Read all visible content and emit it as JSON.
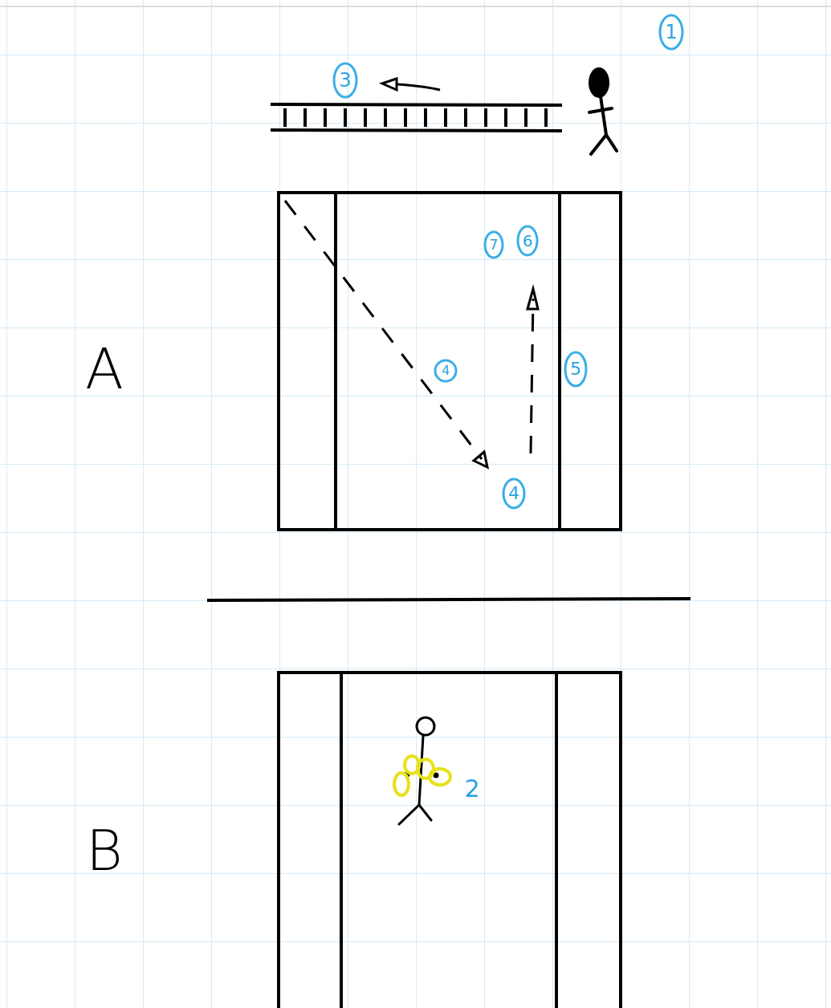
{
  "diagram": {
    "labels": [
      "1",
      "3",
      "7",
      "6",
      "4",
      "A",
      "5",
      "4",
      "B",
      "2"
    ]
  }
}
